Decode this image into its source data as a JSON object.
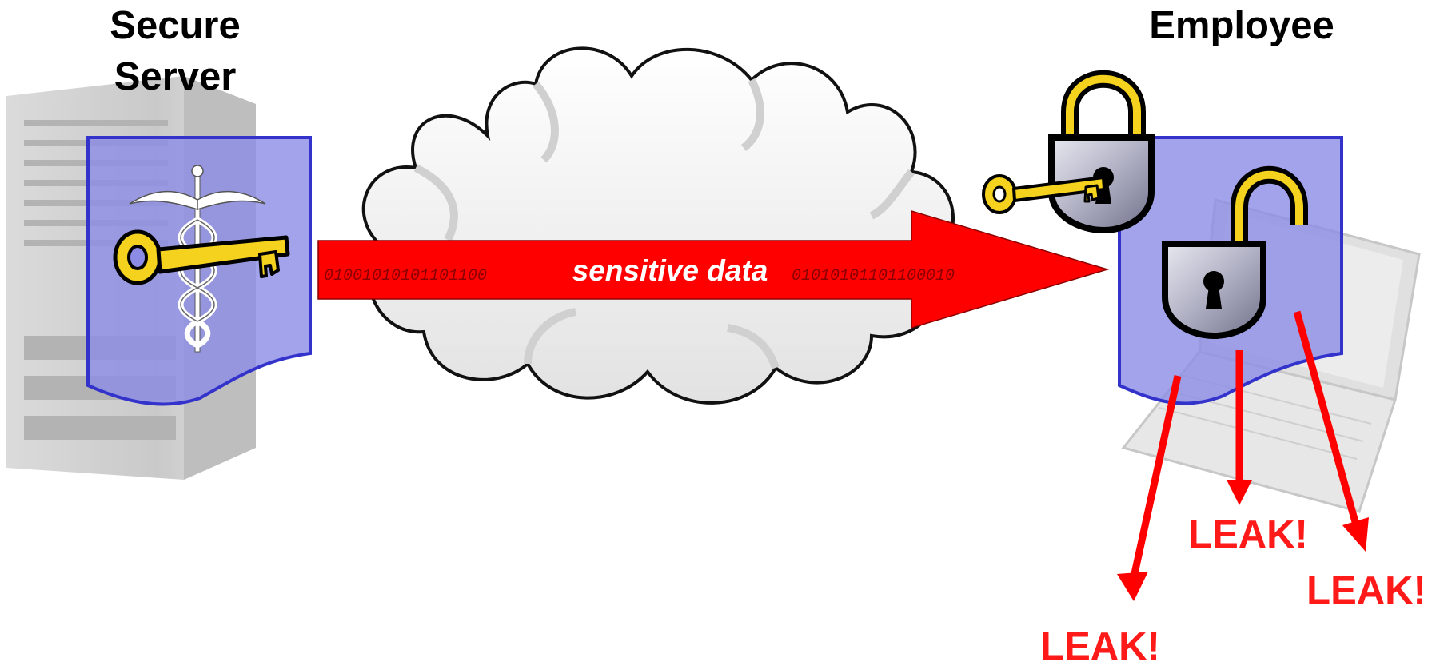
{
  "server": {
    "label_line1": "Secure",
    "label_line2": "Server"
  },
  "employee": {
    "label": "Employee"
  },
  "arrow": {
    "caption": "sensitive data",
    "bits_left": "01001010101101100",
    "bits_right": "01010101101100010"
  },
  "leaks": [
    "LEAK!",
    "LEAK!",
    "LEAK!"
  ],
  "icons": [
    "server-tower-icon",
    "caduceus-icon",
    "key-icon",
    "cloud-icon",
    "padlock-closed-icon",
    "padlock-open-icon",
    "laptop-icon"
  ],
  "colors": {
    "arrow_red": "#ff0000",
    "panel_blue": "#8c8ce6",
    "panel_border": "#3333cc",
    "key_gold": "#f5d21e",
    "leak_red": "#ff1a1a"
  }
}
